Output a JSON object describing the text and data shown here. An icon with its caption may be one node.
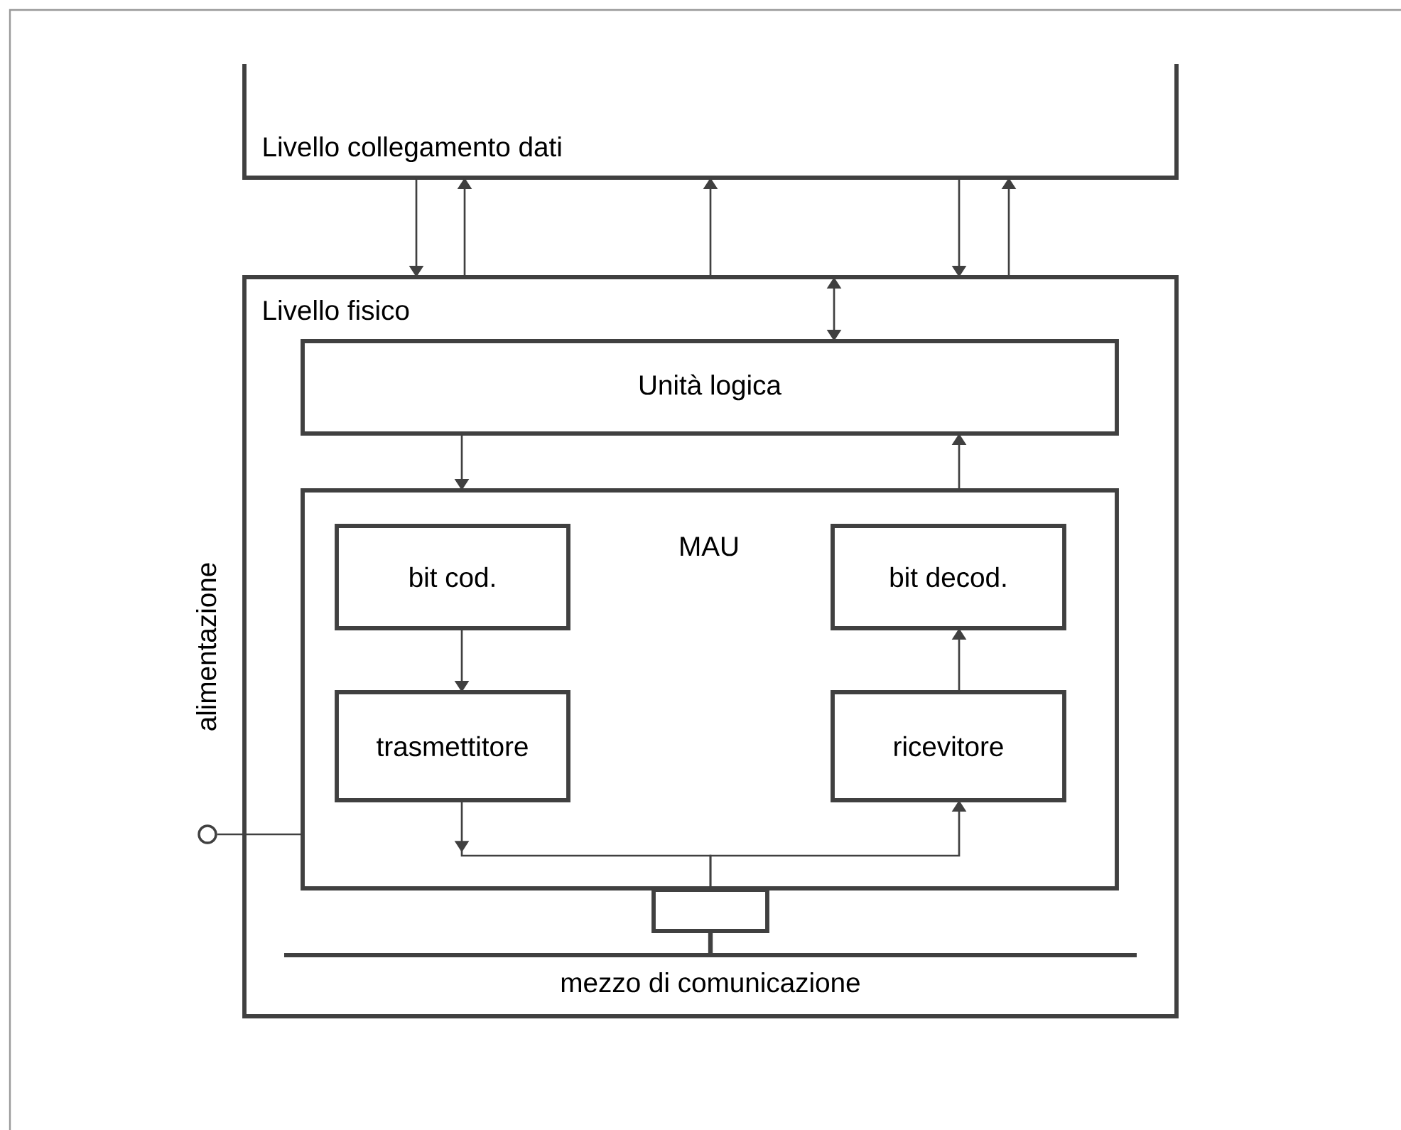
{
  "diagram": {
    "nodes": [
      {
        "text": [
          "Livello collegamento dati"
        ]
      },
      {
        "text": [
          "Livello fisico"
        ]
      },
      {
        "text": [
          "Unità logica"
        ],
        "in": 1
      },
      {
        "text": [
          "MAU"
        ],
        "in": 1
      },
      {
        "text": [
          "bit cod."
        ],
        "in": 3
      },
      {
        "text": [
          "bit decod."
        ],
        "in": 3
      },
      {
        "text": [
          "trasmettitore"
        ],
        "in": 3
      },
      {
        "text": [
          "ricevitore"
        ],
        "in": 3
      },
      {
        "text": [],
        "shape": "box",
        "in": 1
      },
      {
        "text": [
          "mezzo di comunicazione"
        ],
        "in": 1
      },
      {
        "text": [
          "alimentazione"
        ]
      }
    ],
    "edges": [
      {
        "from": 0,
        "to": 1,
        "arrow": "to"
      },
      {
        "from": 1,
        "to": 0,
        "arrow": "to"
      },
      {
        "from": 1,
        "to": 0,
        "arrow": "to"
      },
      {
        "from": 0,
        "to": 1,
        "arrow": "to"
      },
      {
        "from": 1,
        "to": 0,
        "arrow": "to"
      },
      {
        "from": 1,
        "to": 2,
        "arrow": "both"
      },
      {
        "from": 2,
        "to": 3,
        "arrow": "to"
      },
      {
        "from": 3,
        "to": 2,
        "arrow": "to"
      },
      {
        "from": 4,
        "to": 6,
        "arrow": "to"
      },
      {
        "from": 7,
        "to": 5,
        "arrow": "to"
      },
      {
        "from": 6,
        "to": 8,
        "arrow": "to"
      },
      {
        "from": 8,
        "to": 7,
        "arrow": "to"
      },
      {
        "from": 8,
        "to": 9,
        "arrow": "none",
        "style": "thick"
      },
      {
        "from": 10,
        "to": 3,
        "arrow": "none"
      }
    ]
  }
}
